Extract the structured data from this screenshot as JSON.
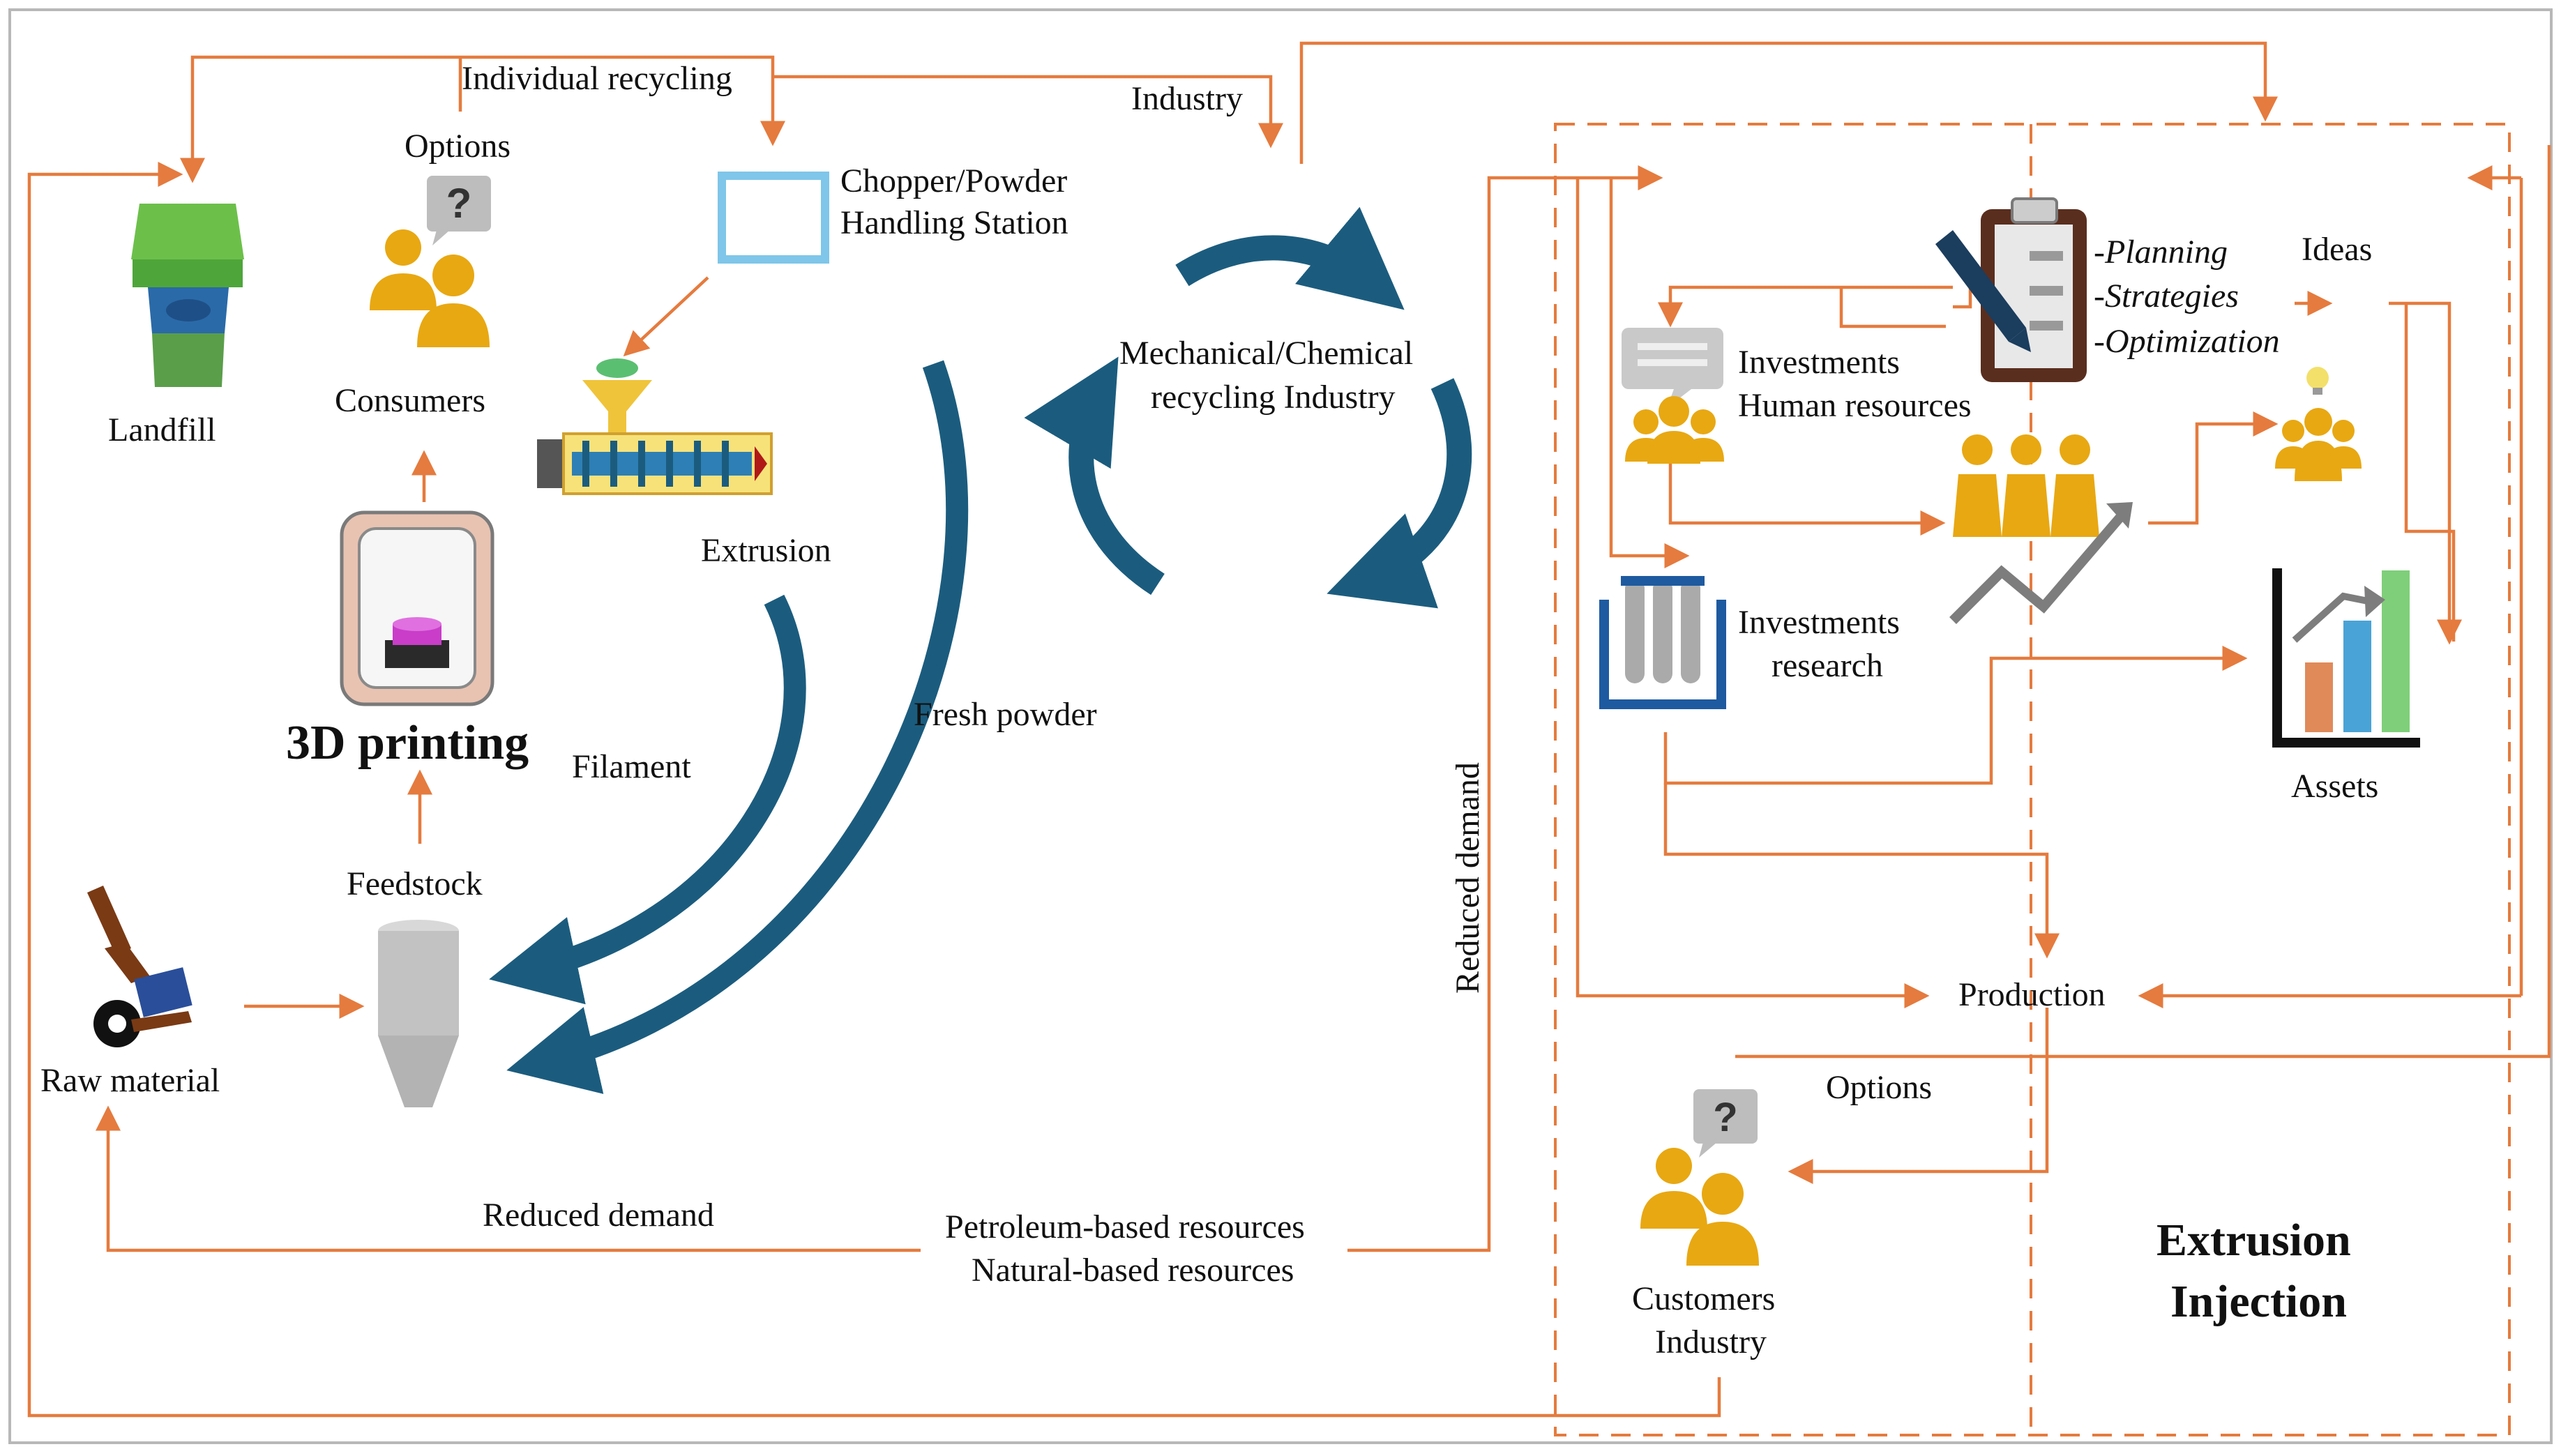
{
  "colors": {
    "arrow": "#e57b3e",
    "cycle": "#1b5c7e",
    "person": "#e8a812",
    "person_dark": "#c98a07",
    "dashed_box": "#e57b3e",
    "border": "#b8b8b8"
  },
  "labels": {
    "individual_recycling": "Individual recycling",
    "industry_top": "Industry",
    "options_top": "Options",
    "chopper_line1": "Chopper/Powder",
    "chopper_line2": "Handling Station",
    "landfill": "Landfill",
    "consumers": "Consumers",
    "extrusion": "Extrusion",
    "mech_line1": "Mechanical/Chemical",
    "mech_line2": "recycling Industry",
    "printing_3d": "3D printing",
    "filament": "Filament",
    "fresh_powder": "Fresh powder",
    "feedstock": "Feedstock",
    "raw_material": "Raw material",
    "reduced_demand_bottom": "Reduced demand",
    "petroleum": "Petroleum-based resources",
    "natural": "Natural-based resources",
    "reduced_demand_vertical": "Reduced demand",
    "planning": "-Planning",
    "strategies": "-Strategies",
    "optimization": "-Optimization",
    "ideas": "Ideas",
    "investments_hr_line1": "Investments",
    "investments_hr_line2": "Human resources",
    "investments_research_line1": "Investments",
    "investments_research_line2": "research",
    "assets": "Assets",
    "production": "Production",
    "options_right": "Options",
    "customers_line1": "Customers",
    "customers_line2": "Industry",
    "extrusion_injection_line1": "Extrusion",
    "extrusion_injection_line2": "Injection"
  },
  "icons": [
    "landfill-bin-icon",
    "consumers-group-icon",
    "question-bubble-icon",
    "chopper-station-icon",
    "extruder-icon",
    "3d-printer-icon",
    "feedstock-silo-icon",
    "raw-material-cart-icon",
    "recycling-cycle-icon",
    "clipboard-planning-icon",
    "chat-bubble-icon",
    "team-icon",
    "growth-chart-team-icon",
    "idea-team-icon",
    "test-tubes-icon",
    "assets-bar-chart-icon",
    "customers-group-icon"
  ]
}
